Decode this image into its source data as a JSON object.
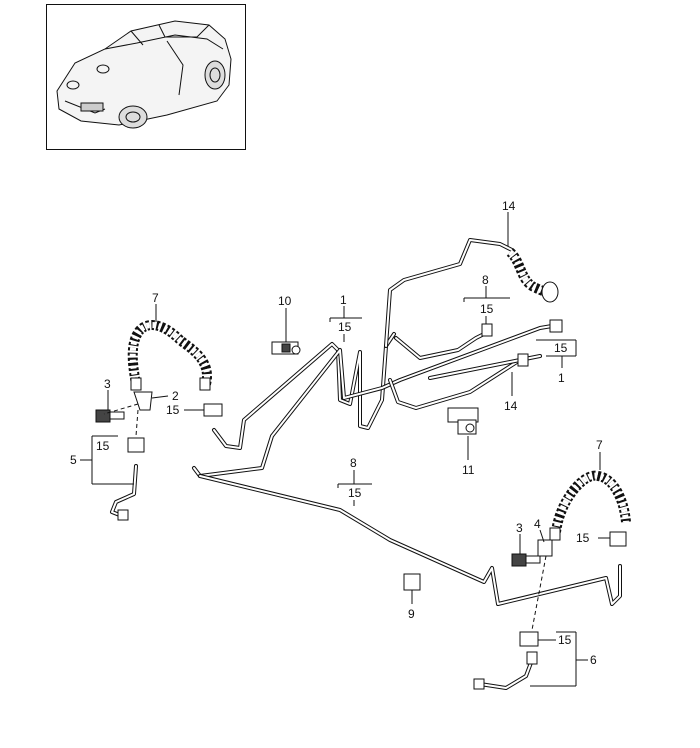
{
  "labels": {
    "p14_top": "14",
    "p8_top": "8",
    "p15_top": "15",
    "p10": "10",
    "p1_top": "1",
    "p15_under1": "15",
    "p7_left": "7",
    "p3_left": "3",
    "p2": "2",
    "p15_clip_left": "15",
    "p15_bracket_left": "15",
    "p5": "5",
    "p15_right_box": "15",
    "p1_right": "1",
    "p14_right": "14",
    "p11": "11",
    "p8_mid": "8",
    "p15_mid": "15",
    "p7_right": "7",
    "p3_right": "3",
    "p4": "4",
    "p15_clip_right": "15",
    "p9": "9",
    "p15_bracket_right": "15",
    "p6": "6"
  },
  "colors": {
    "ink": "#111111",
    "paper": "#ffffff"
  }
}
